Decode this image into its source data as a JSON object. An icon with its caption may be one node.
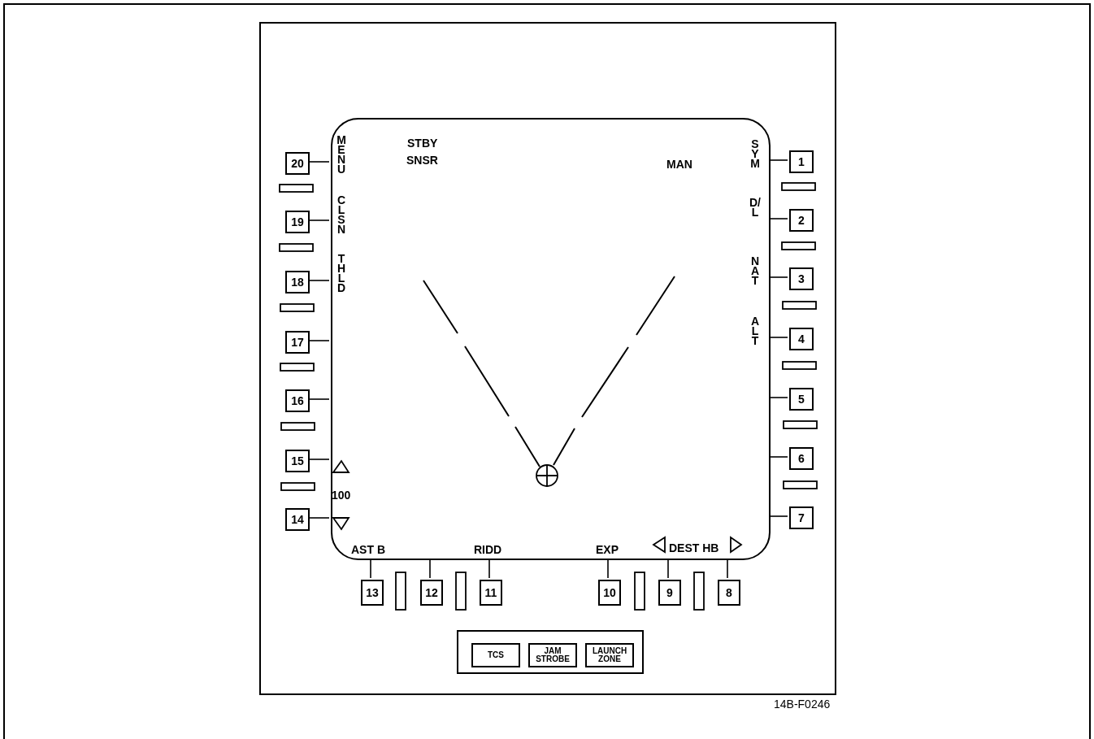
{
  "diagram": {
    "nodes": [
      {
        "text": [],
        "shape": "box"
      },
      {
        "text": [],
        "shape": "box",
        "in": 0
      },
      {
        "text": [
          "1"
        ],
        "in": 0
      },
      {
        "text": [
          "2"
        ],
        "in": 0
      },
      {
        "text": [
          "3"
        ],
        "in": 0
      },
      {
        "text": [
          "4"
        ],
        "in": 0
      },
      {
        "text": [
          "5"
        ],
        "in": 0
      },
      {
        "text": [
          "6"
        ],
        "in": 0
      },
      {
        "text": [
          "7"
        ],
        "in": 0
      },
      {
        "text": [
          "8"
        ],
        "in": 0
      },
      {
        "text": [
          "9"
        ],
        "in": 0
      },
      {
        "text": [
          "10"
        ],
        "in": 0
      },
      {
        "text": [
          "11"
        ],
        "in": 0
      },
      {
        "text": [
          "12"
        ],
        "in": 0
      },
      {
        "text": [
          "13"
        ],
        "in": 0
      },
      {
        "text": [
          "14"
        ],
        "in": 0
      },
      {
        "text": [
          "15"
        ],
        "in": 0
      },
      {
        "text": [
          "16"
        ],
        "in": 0
      },
      {
        "text": [
          "17"
        ],
        "in": 0
      },
      {
        "text": [
          "18"
        ],
        "in": 0
      },
      {
        "text": [
          "19"
        ],
        "in": 0
      },
      {
        "text": [
          "20"
        ],
        "in": 0
      },
      {
        "text": [],
        "shape": "box",
        "in": 0
      },
      {
        "text": [
          "TCS"
        ],
        "in": 22
      },
      {
        "text": [
          "JAM STROBE"
        ],
        "in": 22
      },
      {
        "text": [
          "LAUNCH ZONE"
        ],
        "in": 22
      }
    ],
    "edges": [
      {
        "from": 2,
        "to": 1,
        "arrow": "none"
      },
      {
        "from": 3,
        "to": 1,
        "arrow": "none"
      },
      {
        "from": 4,
        "to": 1,
        "arrow": "none"
      },
      {
        "from": 5,
        "to": 1,
        "arrow": "none"
      },
      {
        "from": 6,
        "to": 1,
        "arrow": "none"
      },
      {
        "from": 7,
        "to": 1,
        "arrow": "none"
      },
      {
        "from": 8,
        "to": 1,
        "arrow": "none"
      },
      {
        "from": 9,
        "to": 1,
        "arrow": "none"
      },
      {
        "from": 10,
        "to": 1,
        "arrow": "none"
      },
      {
        "from": 11,
        "to": 1,
        "arrow": "none"
      },
      {
        "from": 12,
        "to": 1,
        "arrow": "none"
      },
      {
        "from": 13,
        "to": 1,
        "arrow": "none"
      },
      {
        "from": 14,
        "to": 1,
        "arrow": "none"
      },
      {
        "from": 15,
        "to": 1,
        "arrow": "none"
      },
      {
        "from": 16,
        "to": 1,
        "arrow": "none"
      },
      {
        "from": 17,
        "to": 1,
        "arrow": "none"
      },
      {
        "from": 18,
        "to": 1,
        "arrow": "none"
      },
      {
        "from": 19,
        "to": 1,
        "arrow": "none"
      },
      {
        "from": 20,
        "to": 1,
        "arrow": "none"
      },
      {
        "from": 21,
        "to": 1,
        "arrow": "none"
      }
    ],
    "labels": [
      "MENU",
      "STBY",
      "SNSR",
      "SYM",
      "MAN",
      "CLSN",
      "D/L",
      "THLD",
      "NAT",
      "ALT",
      "100",
      "AST B",
      "RIDD",
      "EXP",
      "DEST HB",
      "14B-F0246"
    ]
  }
}
